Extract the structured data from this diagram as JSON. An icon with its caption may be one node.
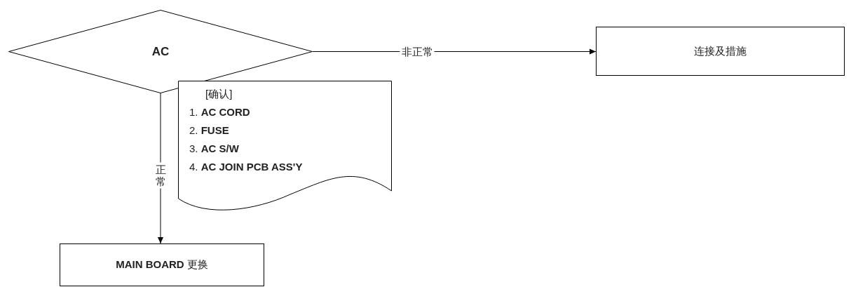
{
  "diagram": {
    "nodes": [
      {
        "text": [
          "AC"
        ]
      },
      {
        "text": [
          "连接及措施"
        ]
      },
      {
        "text": [
          "[确认]",
          "1. **AC CORD**",
          "2. **FUSE**",
          "3. **AC S/W**",
          "4. **AC JOIN PCB ASS'Y**"
        ]
      },
      {
        "text": [
          "**MAIN BOARD** 更换"
        ]
      }
    ],
    "edges": [
      {
        "from": 0,
        "to": 1,
        "arrow": "to",
        "label": "非正常"
      },
      {
        "from": 0,
        "to": 3,
        "arrow": "to",
        "label": "正常"
      }
    ]
  }
}
